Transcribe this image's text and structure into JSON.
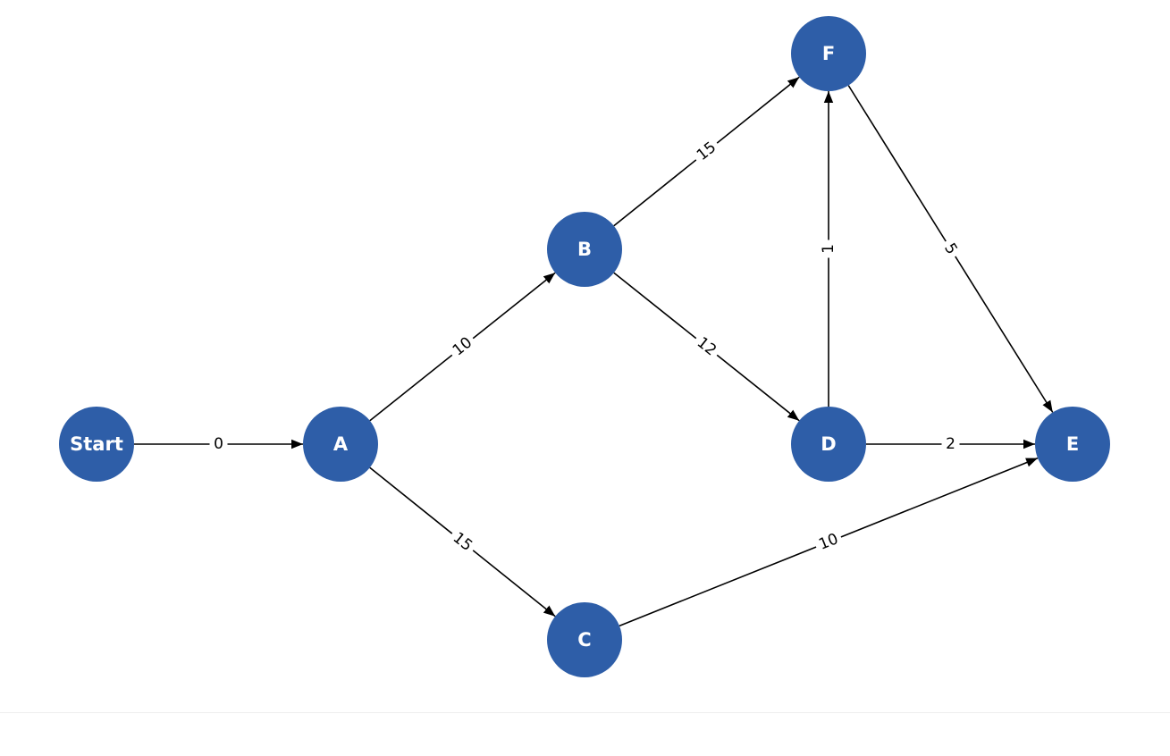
{
  "diagram": {
    "type": "directed-weighted-graph",
    "node_color": "#2e5ea8",
    "edge_color": "#000000",
    "nodes": [
      {
        "id": "Start",
        "label": "Start"
      },
      {
        "id": "A",
        "label": "A"
      },
      {
        "id": "B",
        "label": "B"
      },
      {
        "id": "C",
        "label": "C"
      },
      {
        "id": "D",
        "label": "D"
      },
      {
        "id": "E",
        "label": "E"
      },
      {
        "id": "F",
        "label": "F"
      }
    ],
    "edges": [
      {
        "from": "Start",
        "to": "A",
        "weight": "0"
      },
      {
        "from": "A",
        "to": "B",
        "weight": "10"
      },
      {
        "from": "A",
        "to": "C",
        "weight": "15"
      },
      {
        "from": "B",
        "to": "F",
        "weight": "15"
      },
      {
        "from": "B",
        "to": "D",
        "weight": "12"
      },
      {
        "from": "D",
        "to": "F",
        "weight": "1"
      },
      {
        "from": "D",
        "to": "E",
        "weight": "2"
      },
      {
        "from": "F",
        "to": "E",
        "weight": "5"
      },
      {
        "from": "C",
        "to": "E",
        "weight": "10"
      }
    ]
  }
}
